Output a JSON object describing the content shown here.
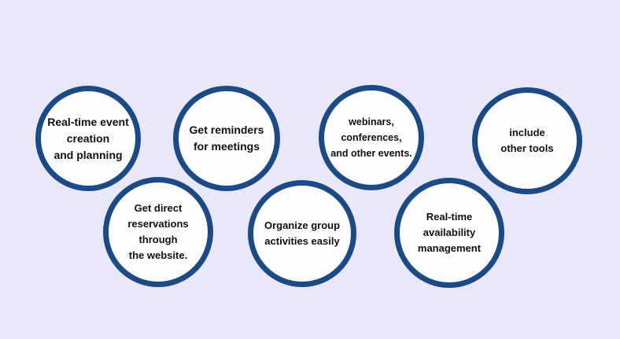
{
  "items": [
    {
      "text": "Real-time event\ncreation\nand planning"
    },
    {
      "text": "Get reminders\nfor meetings"
    },
    {
      "text": "webinars,\nconferences,\nand other events."
    },
    {
      "text": "include\nother tools"
    },
    {
      "text": "Get direct\nreservations\nthrough\nthe website."
    },
    {
      "text": "Organize group\nactivities easily"
    },
    {
      "text": "Real-time\navailability\nmanagement"
    }
  ],
  "colors": {
    "background": "#e8e8f8",
    "ring": "#1c4a84",
    "fill": "#fdfdff",
    "text": "#111111"
  }
}
